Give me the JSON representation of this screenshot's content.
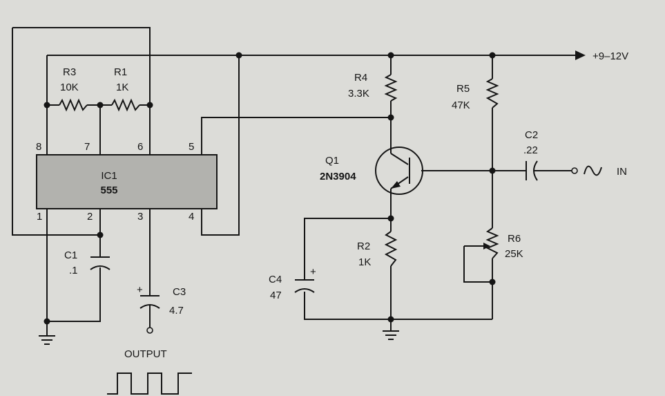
{
  "supply": {
    "label": "+9–12V"
  },
  "input": {
    "label": "IN"
  },
  "output": {
    "label": "OUTPUT"
  },
  "ic": {
    "name": "IC1",
    "part": "555",
    "pins": [
      "1",
      "2",
      "3",
      "4",
      "5",
      "6",
      "7",
      "8"
    ]
  },
  "transistor": {
    "name": "Q1",
    "part": "2N3904"
  },
  "resistors": [
    {
      "ref": "R1",
      "value": "1K"
    },
    {
      "ref": "R2",
      "value": "1K"
    },
    {
      "ref": "R3",
      "value": "10K"
    },
    {
      "ref": "R4",
      "value": "3.3K"
    },
    {
      "ref": "R5",
      "value": "47K"
    },
    {
      "ref": "R6",
      "value": "25K"
    }
  ],
  "capacitors": [
    {
      "ref": "C1",
      "value": ".1"
    },
    {
      "ref": "C2",
      "value": ".22"
    },
    {
      "ref": "C3",
      "value": "4.7"
    },
    {
      "ref": "C4",
      "value": "47"
    }
  ],
  "polarity": {
    "plus": "+"
  },
  "signal": {
    "symbol": "∿"
  }
}
